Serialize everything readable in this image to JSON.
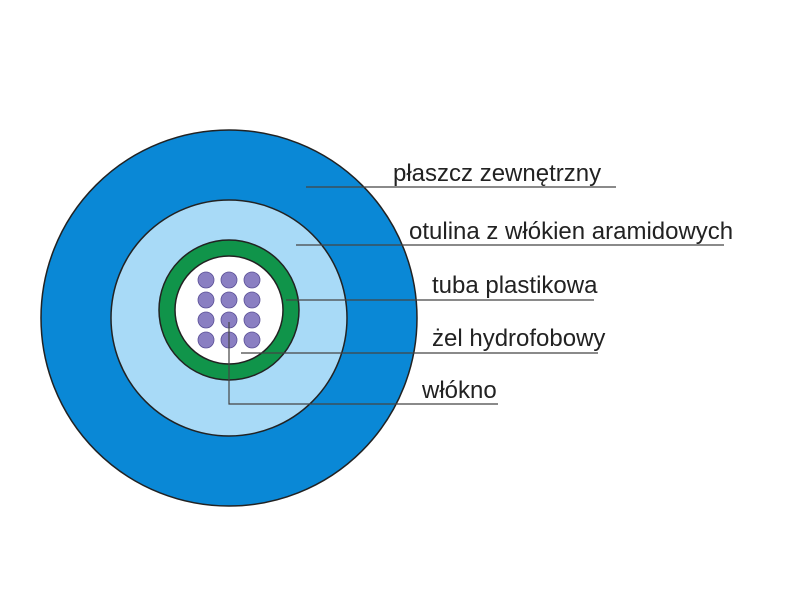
{
  "title": "Fiber optic cable cross-section",
  "labels": {
    "outer_jacket": "płaszcz zewnętrzny",
    "aramid_layer": "otulina z włókien aramidowych",
    "plastic_tube": "tuba plastikowa",
    "gel": "żel hydrofobowy",
    "fiber": "włókno"
  },
  "colors": {
    "outer_jacket": "#0a88d6",
    "aramid_layer": "#a8daf7",
    "plastic_tube": "#10944a",
    "gel": "#ffffff",
    "fiber": "#8a7fc2",
    "leader": "#444444",
    "outline": "#222222"
  },
  "fibers": {
    "rows": 4,
    "cols": 3,
    "count": 12
  }
}
